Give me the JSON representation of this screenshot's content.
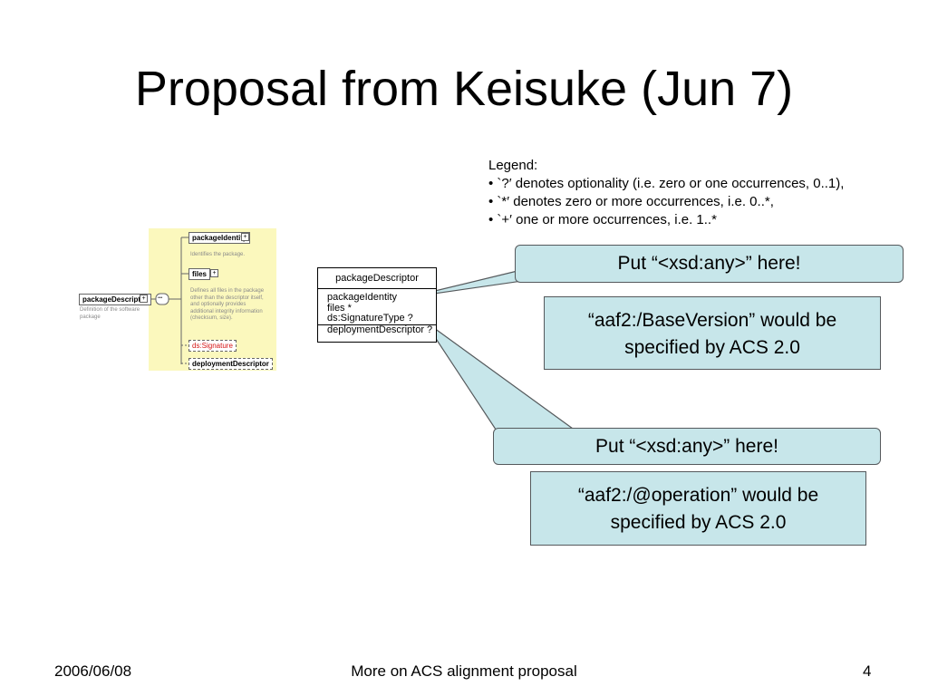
{
  "slide": {
    "title": "Proposal from Keisuke (Jun 7)"
  },
  "legend": {
    "heading": "Legend:",
    "items": [
      "• `?′ denotes optionality (i.e. zero or one occurrences, 0..1),",
      "• `*′ denotes zero or more occurrences, i.e. 0..*,",
      "• `+′ one or more occurrences, i.e. 1..*"
    ]
  },
  "schema_diagram": {
    "root": "packageDescriptor",
    "root_desc": "Definition of the software package",
    "connector": "•••",
    "children": [
      {
        "name": "packageIdentity",
        "desc": "Identifies the package."
      },
      {
        "name": "files",
        "desc": "Defines all files in the package other than the descriptor itself, and optionally provides additional integrity information (checksum, size)."
      },
      {
        "name": "ds:Signature",
        "desc": ""
      },
      {
        "name": "deploymentDescriptor",
        "desc": ""
      }
    ],
    "colors": {
      "background": "#fbf8bd",
      "signature": "#d61515"
    }
  },
  "class_box": {
    "name": "packageDescriptor",
    "members": [
      "packageIdentity",
      "files *",
      "ds:SignatureType ?"
    ],
    "last_member": "deploymentDescriptor ?"
  },
  "callouts": [
    {
      "text": "Put “<xsd:any>” here!"
    },
    {
      "text": "Put “<xsd:any>” here!"
    }
  ],
  "notes": [
    {
      "line1": "“aaf2:/BaseVersion” would be",
      "line2": "specified by ACS 2.0"
    },
    {
      "line1": "“aaf2:/@operation” would be",
      "line2": "specified by ACS 2.0"
    }
  ],
  "colors": {
    "callout_fill": "#c7e6ea",
    "callout_border": "#55595c"
  },
  "footer": {
    "date": "2006/06/08",
    "center": "More on ACS alignment proposal",
    "page": "4"
  }
}
